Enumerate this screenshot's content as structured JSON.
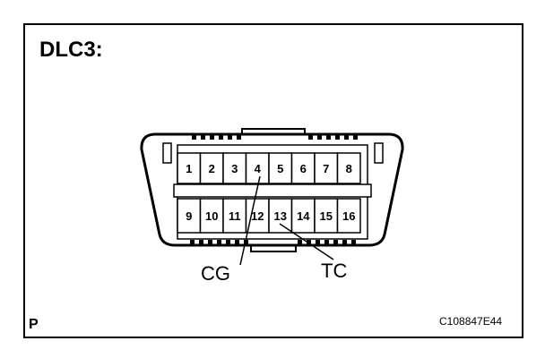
{
  "title": "DLC3:",
  "corner_label": "P",
  "figure_code": "C108847E44",
  "pins_top": [
    "1",
    "2",
    "3",
    "4",
    "5",
    "6",
    "7",
    "8"
  ],
  "pins_bottom": [
    "9",
    "10",
    "11",
    "12",
    "13",
    "14",
    "15",
    "16"
  ],
  "callouts": {
    "cg": "CG",
    "tc": "TC"
  }
}
